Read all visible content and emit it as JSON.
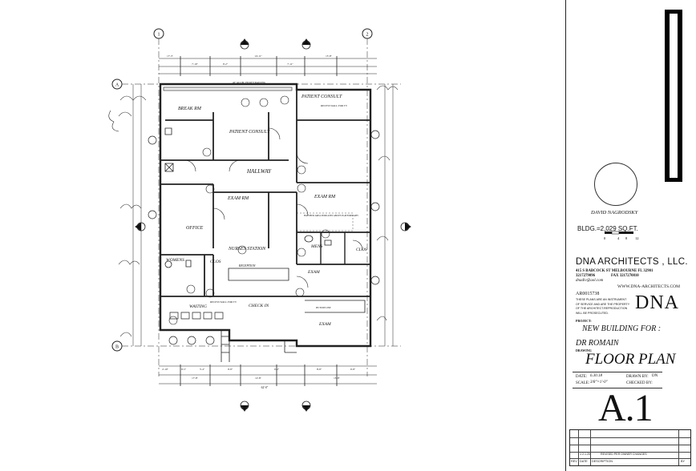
{
  "plan": {
    "grid_columns": [
      "1",
      "2"
    ],
    "grid_rows": [
      "A",
      "B"
    ],
    "rooms": {
      "break_rm": "BREAK RM",
      "patient_consult_1": "PATIENT CONSULT",
      "patient_consult_2": "PATIENT CONSULT",
      "hallway": "HALLWAY",
      "exam_rm_left": "EXAM RM",
      "exam_rm_right": "EXAM RM",
      "office": "OFFICE",
      "nurses_station": "NURSES STATION",
      "womens": "WOMENS",
      "clos_left": "CLOS",
      "mens": "MENS",
      "clos_right": "CLOS",
      "reception": "RECEPTION",
      "waiting": "WAITING",
      "check_in": "CHECK IN",
      "exam_mid": "EXAM",
      "exam_low": "EXAM"
    },
    "notes": {
      "recess_wall_top": "RECESS WALL FOR TV",
      "recess_wall_bottom": "RECESS WALL FOR TV",
      "hatched_area": "HATCHED AREA INDICATES ABOVE PLATFORM ABV",
      "picket_railing": "42\" ALUM. PICKET RAILING",
      "picture_line": "PICTURE LINE"
    },
    "dimensions": {
      "overall_bottom": "62'-0\"",
      "top_1": "17'-3\"",
      "top_2": "7'-10\"",
      "top_3": "9'-2\"",
      "top_4": "14'-11\"",
      "top_5": "7'-11\"",
      "top_6": "15'-8\"",
      "bot_1": "2'-10\"",
      "bot_2": "9'-5\"",
      "bot_3": "5'-4\"",
      "bot_4": "9'-8\"",
      "bot_5": "6'-2\"",
      "bot_6": "8'-8\"",
      "bot_7": "6'-8\"",
      "bot_8": "17'-8\"",
      "bot_9": "12'-8\"",
      "bot_10": "15'-8\""
    }
  },
  "title_block": {
    "designer": "DAVID NAGRODSKY",
    "building_sqft": "BLDG.=2,029 SQ.FT.",
    "scale_ticks": [
      "0",
      "4",
      "8",
      "12"
    ],
    "firm": "DNA ARCHITECTS , LLC.",
    "address": "415 S BABCOCK ST MELBOURNE FL 32901",
    "phone": "3217279096",
    "fax": "FAX 3217270810",
    "email": "dnadiv@aol.com",
    "website": "WWW.DNA-ARCHITECTS.COM",
    "license": "AR0015738",
    "logo": "DNA",
    "disclaimer": "THESE PLANS ARE AN INSTRUMENT OF SERVICE AND ARE THE PROPERTY OF THE ARCHITECT.REPRODUCTION WILL BE PROSECUTED.",
    "project_label": "PROJECT:",
    "project_line1": "NEW BUILDING FOR :",
    "project_line2": "DR ROMAIN",
    "drawing_label": "DRAWING",
    "drawing_title": "FLOOR PLAN",
    "date_label": "DATE:",
    "date_value": "6.30.18",
    "drawn_label": "DRAWN BY:",
    "drawn_value": "DN",
    "scale_label": "SCALE:",
    "scale_value": "3/8\"=1'-0\"",
    "checked_label": "CHECKED BY:",
    "checked_value": "",
    "sheet_number": "A.1",
    "revision_headers": [
      "REV",
      "DATE",
      "DESCRIPTION",
      "BY"
    ],
    "revision_rows": [
      {
        "rev": "1",
        "date": "2.1.20",
        "description": "REVISED PER OWNER CHANGES",
        "by": ""
      }
    ]
  }
}
